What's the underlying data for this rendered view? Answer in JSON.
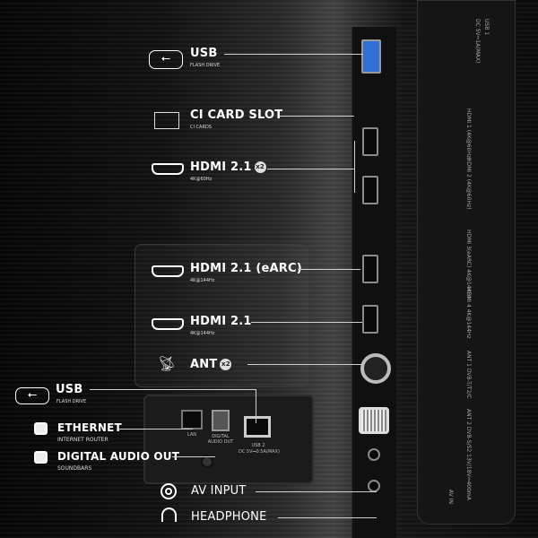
{
  "labels": {
    "usb_top": {
      "title": "USB",
      "sub": "FLASH DRIVE",
      "icon": "usb-icon"
    },
    "ci": {
      "title": "CI CARD SLOT",
      "sub": "CI CARDS",
      "icon": "card-slot-icon"
    },
    "hdmi_60": {
      "title": "HDMI 2.1",
      "badge": "x2",
      "sub": "4K@60Hz",
      "icon": "hdmi-icon"
    },
    "hdmi_earc": {
      "title": "HDMI 2.1 (eARC)",
      "sub": "4K@144Hz",
      "icon": "hdmi-icon"
    },
    "hdmi_144": {
      "title": "HDMI 2.1",
      "sub": "4K@144Hz",
      "icon": "hdmi-icon"
    },
    "ant": {
      "title": "ANT",
      "badge": "x2",
      "icon": "antenna-icon"
    },
    "usb_side": {
      "title": "USB",
      "sub": "FLASH DRIVE",
      "icon": "usb-icon"
    },
    "ethernet": {
      "title": "ETHERNET",
      "sub": "INTERNET ROUTER",
      "icon": "ethernet-icon"
    },
    "optical": {
      "title": "DIGITAL AUDIO OUT",
      "sub": "SOUNDBARS",
      "icon": "optical-icon"
    },
    "av": {
      "title": "AV INPUT",
      "icon": "av-icon"
    },
    "headphone": {
      "title": "HEADPHONE",
      "icon": "headphone-icon"
    }
  },
  "panel_print": {
    "lan": "LAN",
    "optical": "DIGITAL AUDIO OUT",
    "usb2": "USB 2",
    "usb2_power": "DC 5V⎓0.5A(MAX)"
  },
  "side_print": {
    "usb1": "USB 1",
    "usb1_power": "DC 5V⎓1A(MAX)",
    "hdmi1": "HDMI 1 (4K@60Hz)",
    "hdmi2": "HDMI 2 (4K@60Hz)",
    "hdmi3": "HDMI 3(eARC) 4K@144Hz",
    "hdmi4": "HDMI 4 4K@144Hz",
    "ant1": "ANT 1 DVB-T/T2/C",
    "ant2": "ANT 2 DVB-S/S2 13V/18V⎓400mA",
    "avin": "AV IN"
  },
  "colors": {
    "usb3_port": "#2f6fd6",
    "label": "#ffffff",
    "line": "#cfcfcf"
  }
}
